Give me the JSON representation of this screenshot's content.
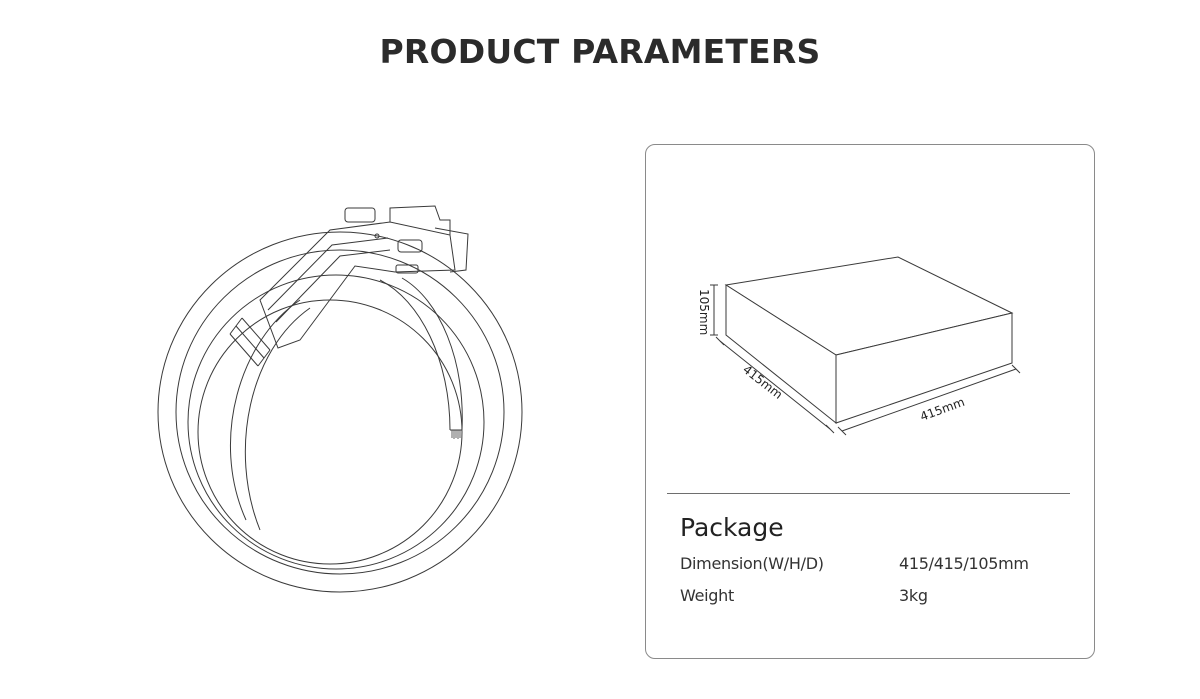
{
  "page": {
    "title": "PRODUCT PARAMETERS"
  },
  "illustrations": {
    "cable": "ev-charging-cable-coiled",
    "box": "package-box"
  },
  "box_dimensions": {
    "height_label": "105mm",
    "depth_label": "415mm",
    "width_label": "415mm"
  },
  "package": {
    "title": "Package",
    "rows": [
      {
        "label": "Dimension(W/H/D)",
        "value": "415/415/105mm"
      },
      {
        "label": "Weight",
        "value": "3kg"
      }
    ]
  },
  "colors": {
    "line": "#3a3a3a",
    "border": "#8a8a8a",
    "title": "#2b2b2b"
  }
}
